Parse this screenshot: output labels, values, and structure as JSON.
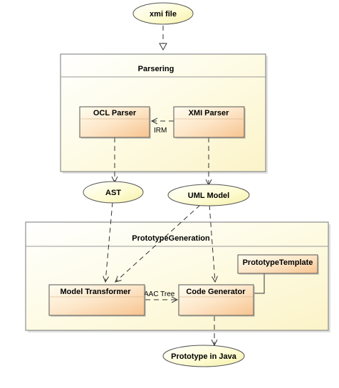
{
  "nodes": {
    "xmi_file": "xmi file",
    "ast": "AST",
    "uml_model": "UML Model",
    "prototype_in_java": "Prototype in Java"
  },
  "packages": {
    "parsering": "Parsering",
    "prototype_generation": "PrototypeGeneration"
  },
  "components": {
    "ocl_parser": "OCL Parser",
    "xmi_parser": "XMI Parser",
    "model_transformer": "Model Transformer",
    "code_generator": "Code Generator",
    "prototype_template": "PrototypeTemplate"
  },
  "edge_labels": {
    "irm": "IRM",
    "aac_tree": "AAC Tree"
  },
  "colors": {
    "ellipse_fill": "#fdfbc8",
    "package_fill": "#fdfbe0",
    "component_fill": "#fbd9b2",
    "border": "#555555"
  }
}
